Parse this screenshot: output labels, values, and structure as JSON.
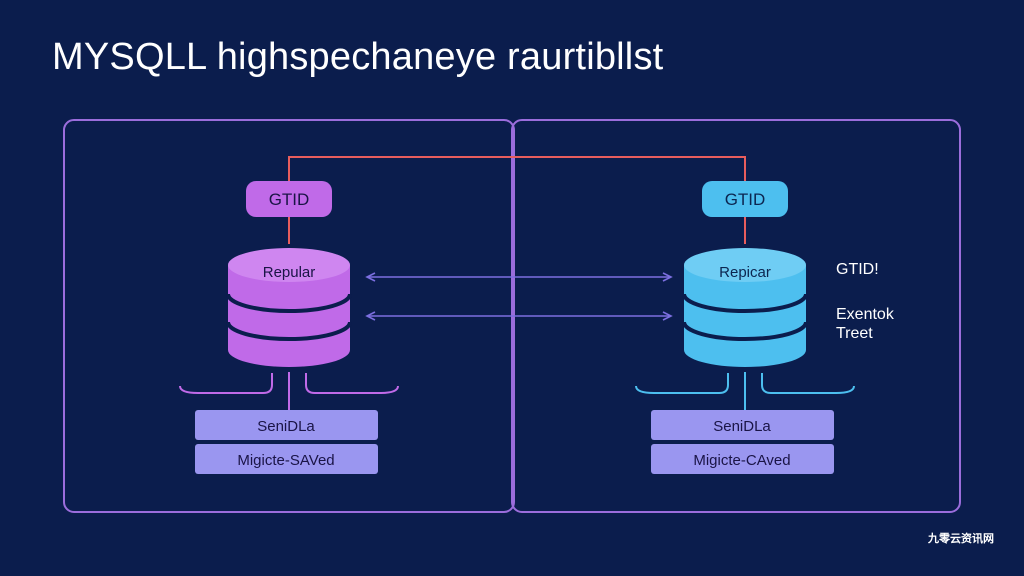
{
  "title": "MYSQLL highspechaneye raurtibllst",
  "colors": {
    "background": "#0b1d4d",
    "left_accent": "#c06ae8",
    "right_accent": "#4dbfef",
    "panel_border": "#9b6ddc",
    "connector": "#e85d5d",
    "arrow": "#7c6fe0",
    "box_fill": "#9a96f0"
  },
  "left": {
    "tag": "GTID",
    "db_label": "Repular",
    "box1": "SeniDLa",
    "box2": "Migicte-SAVed"
  },
  "right": {
    "tag": "GTID",
    "db_label": "Repicar",
    "box1": "SeniDLa",
    "box2": "Migicte-CAved",
    "note1": "GTID!",
    "note2_line1": "Exentok",
    "note2_line2": "Treet"
  },
  "watermark": "九零云资讯网"
}
